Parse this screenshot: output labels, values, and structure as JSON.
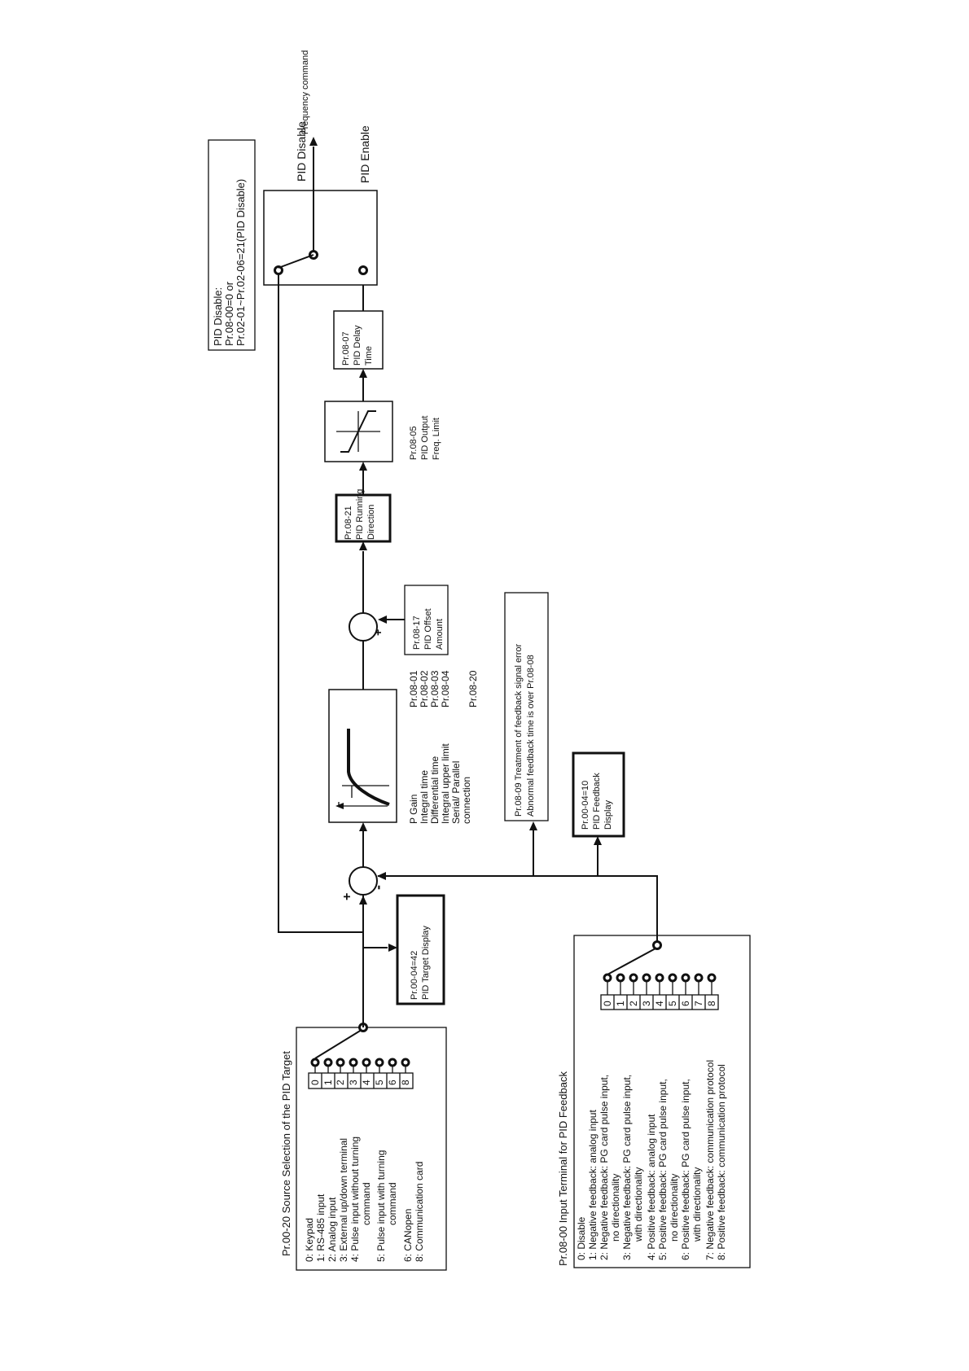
{
  "output_label": "Frequency command",
  "pid_disable_note": [
    "PID Disable:",
    "Pr.08-00=0 or",
    "Pr.02-01~Pr.02-06=21(PID Disable)"
  ],
  "switch": {
    "disable_label": "PID Disable",
    "enable_label": "PID Enable"
  },
  "delay_block": [
    "Pr.08-07",
    "PID Delay",
    "Time"
  ],
  "limit_block": {
    "caption": [
      "Pr.08-05",
      "PID Output",
      "Freq. Limit"
    ]
  },
  "direction_block": [
    "Pr.08-21",
    "PID Running",
    "Direction"
  ],
  "offset_block": [
    "Pr.08-17",
    "PID Offset",
    "Amount"
  ],
  "offset_sign": "+",
  "pid_block": {
    "params": [
      {
        "name": "P Gain",
        "value": "Pr.08-01"
      },
      {
        "name": "Integral time",
        "value": "Pr.08-02"
      },
      {
        "name": "Differential time",
        "value": "Pr.08-03"
      },
      {
        "name": "Integral upper limit",
        "value": "Pr.08-04"
      },
      {
        "name": "Serial/ Parallel",
        "value": "Pr.08-20"
      },
      {
        "name": "connection",
        "value": ""
      }
    ]
  },
  "error_block": [
    "Pr.08-09  Treatment of feedback signal error",
    "Abnormal feedback time is over Pr.08-08"
  ],
  "feedback_display": [
    "Pr.00-04=10",
    "PID Feedback",
    "Display"
  ],
  "target_display": [
    "Pr.00-04=42",
    "PID Target Display"
  ],
  "sum_signs": {
    "plus": "+",
    "minus": "-"
  },
  "source_selection": {
    "title": "Pr.00-20 Source Selection of the PID Target",
    "items": [
      "0: Keypad",
      "1: RS-485 input",
      "2: Analog input",
      "3: External up/down terminal",
      "4: Pulse input without turning",
      "command",
      "5: Pulse input with turning",
      "command",
      "6: CANopen",
      "8: Communication card"
    ],
    "terminals": [
      "0",
      "1",
      "2",
      "3",
      "4",
      "5",
      "6",
      "8"
    ]
  },
  "feedback_terminal": {
    "title": "Pr.08-00 Input Terminal for PID Feedback",
    "items": [
      "0: Disable",
      "1: Negative feedback: analog input",
      "2: Negative feedback: PG card pulse input,",
      "no directionality",
      "3: Negative feedback: PG card pulse input,",
      "with directionality",
      "4: Positive feedback: analog input",
      "5: Positive feedback: PG card pulse input,",
      "no directionality",
      "6: Positive feedback: PG card pulse input,",
      "with directionality",
      "7: Negative feedback: communication protocol",
      "8: Positive feedback: communication protocol"
    ],
    "terminals": [
      "0",
      "1",
      "2",
      "3",
      "4",
      "5",
      "6",
      "7",
      "8"
    ]
  }
}
